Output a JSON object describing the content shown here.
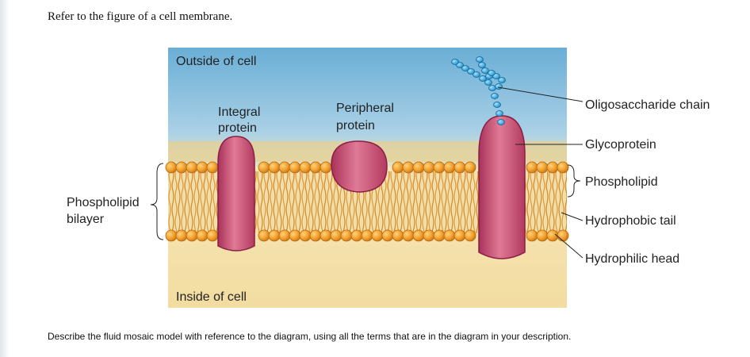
{
  "question": {
    "title": "Refer to the figure of a cell membrane.",
    "prompt": "Describe the fluid mosaic model with reference to the diagram, using all the terms that are in the diagram in your description."
  },
  "figure": {
    "outside_label": "Outside of cell",
    "inside_label": "Inside of cell",
    "integral_protein": [
      "Integral",
      "protein"
    ],
    "peripheral_protein": [
      "Peripheral",
      "protein"
    ],
    "bilayer_label": [
      "Phospholipid",
      "bilayer"
    ],
    "oligosaccharide_label": "Oligosaccharide chain",
    "glycoprotein_label": "Glycoprotein",
    "phospholipid_label": "Phospholipid",
    "hydrophobic_label": "Hydrophobic tail",
    "hydrophilic_label": "Hydrophilic head"
  },
  "colors": {
    "outside": "#6fb0d6",
    "inside": "#f3dfa6",
    "head": "#f2a23a",
    "protein": "#c5456a",
    "sugar": "#2a9fd6"
  }
}
